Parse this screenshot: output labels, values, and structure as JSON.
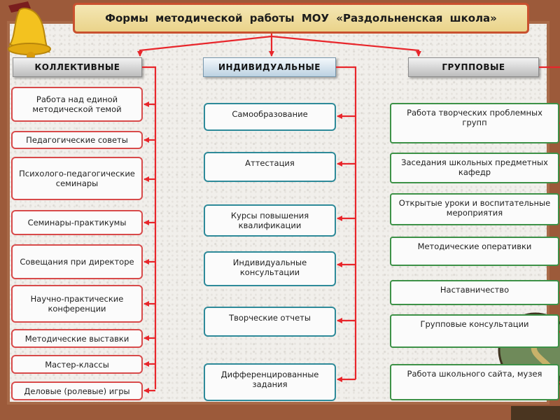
{
  "title": "Формы  методической  работы  МОУ  «Раздольненская  школа»",
  "columns": {
    "left": {
      "header": "КОЛЛЕКТИВНЫЕ",
      "items": [
        "Работа над единой методической темой",
        "Педагогические советы",
        "Психолого-педагогические семинары",
        "Семинары-практикумы",
        "Совещания при директоре",
        "Научно-практические конференции",
        "Методические выставки",
        "Мастер-классы",
        "Деловые (ролевые) игры"
      ]
    },
    "middle": {
      "header": "ИНДИВИДУАЛЬНЫЕ",
      "items": [
        "Самообразование",
        "Аттестация",
        "Курсы повышения квалификации",
        "Индивидуальные консультации",
        "Творческие отчеты",
        "Дифференцированные задания"
      ]
    },
    "right": {
      "header": "ГРУППОВЫЕ",
      "items": [
        "Работа творческих проблемных групп",
        "Заседания школьных предметных кафедр",
        "Открытые уроки и воспитательные мероприятия",
        "Методические оперативки",
        "Наставничество",
        "Групповые  консультации",
        "Работа школьного сайта, музея"
      ]
    }
  },
  "colors": {
    "connector": "#e8262b",
    "left_border": "#d84a4a",
    "middle_border": "#2e8a99",
    "right_border": "#3d9147"
  }
}
